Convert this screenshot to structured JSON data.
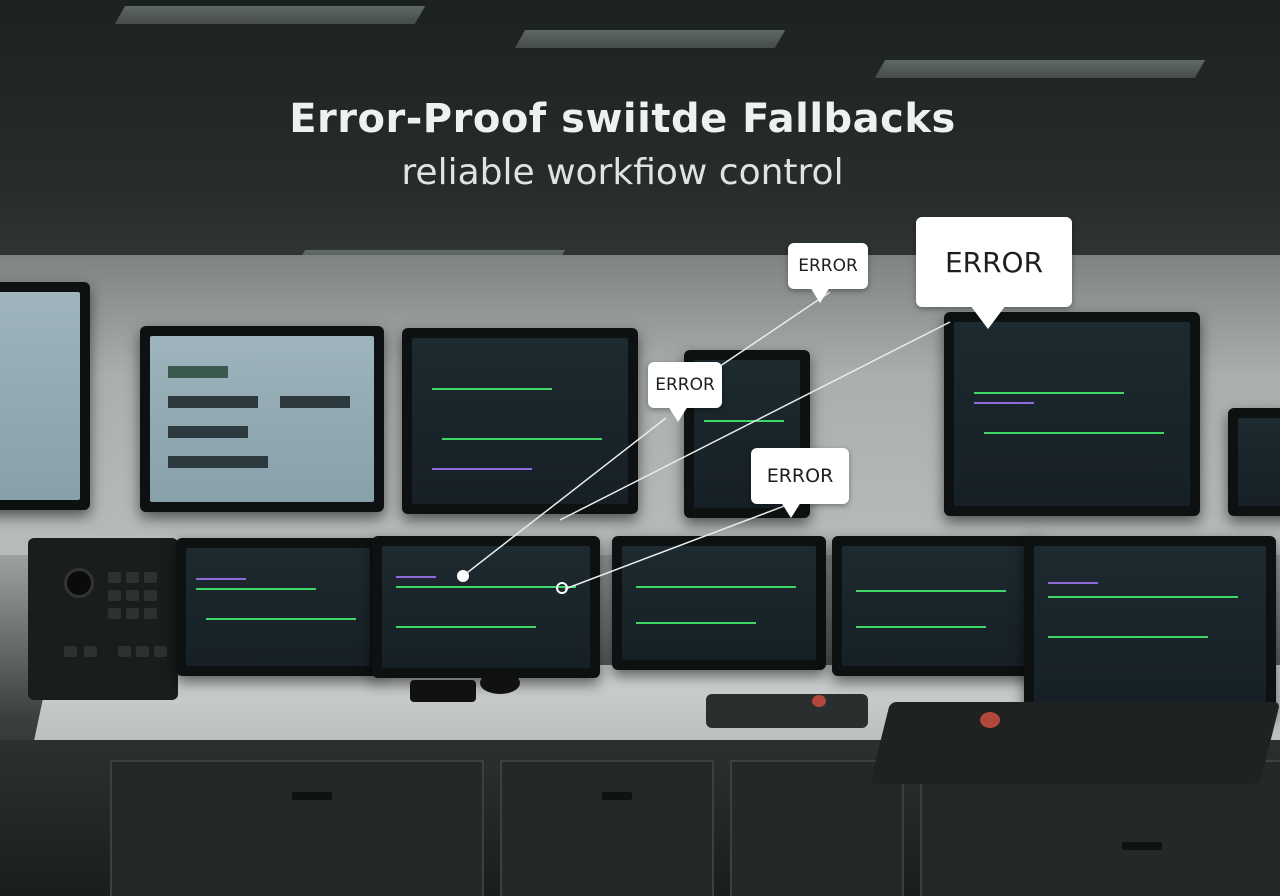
{
  "headline": {
    "title": "Error-Proof swiitde Fallbacks",
    "subtitle": "reliable workfiow control"
  },
  "callouts": [
    {
      "label": "ERROR"
    },
    {
      "label": "ERROR"
    },
    {
      "label": "ERROR"
    },
    {
      "label": "ERROR"
    }
  ],
  "colors": {
    "screen_trace_green": "#3fd66a",
    "screen_trace_purple": "#8e6bd8",
    "callout_bg": "#ffffff",
    "callout_text": "#1b1f1f"
  }
}
